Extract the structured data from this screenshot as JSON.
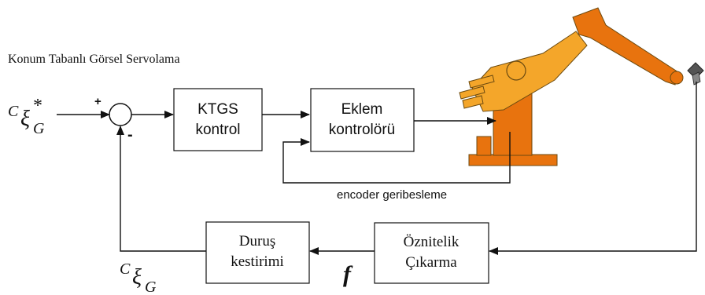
{
  "title": "Konum Tabanlı Görsel Servolama",
  "input": {
    "base": "C",
    "subscript": "ξ",
    "sub_sub": "G",
    "star": "*"
  },
  "feedback_output": {
    "base": "C",
    "subscript": "ξ",
    "sub_sub": "G"
  },
  "summing_junction": {
    "plus": "+",
    "minus": "-"
  },
  "blocks": {
    "ktgs": {
      "line1": "KTGS",
      "line2": "kontrol"
    },
    "eklem": {
      "line1": "Eklem",
      "line2": "kontrolörü"
    },
    "durus": {
      "line1": "Duruş",
      "line2": "kestirimi"
    },
    "oznitelik": {
      "line1": "Öznitelik",
      "line2": "Çıkarma"
    }
  },
  "encoder_label": "encoder geribesleme",
  "feature_symbol": "f",
  "robot": {
    "colors": {
      "dark_orange": "#e8730e",
      "light_orange": "#f4a62a",
      "end_effector": "#555555",
      "outline": "#6b4a10"
    }
  }
}
